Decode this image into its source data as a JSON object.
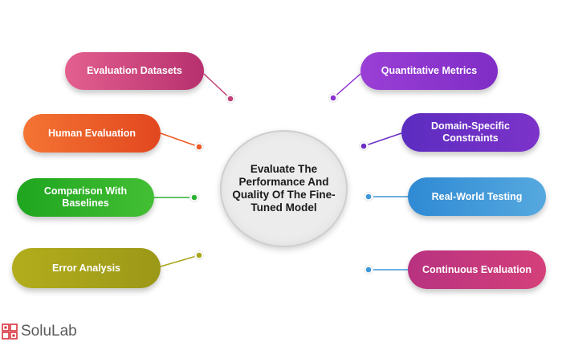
{
  "center": {
    "text": "Evaluate The Performance And Quality Of The Fine-Tuned Model"
  },
  "left_items": [
    {
      "label": "Evaluation Datasets",
      "color": "#c43f79"
    },
    {
      "label": "Human Evaluation",
      "color": "#ef5a24"
    },
    {
      "label": "Comparison With Baselines",
      "color": "#2fb233"
    },
    {
      "label": "Error Analysis",
      "color": "#a9a61b"
    }
  ],
  "right_items": [
    {
      "label": "Quantitative Metrics",
      "color": "#8b32d1"
    },
    {
      "label": "Domain-Specific Constraints",
      "color": "#6a2fc4"
    },
    {
      "label": "Real-World Testing",
      "color": "#3d98d8"
    },
    {
      "label": "Continuous Evaluation",
      "color": "#c8357d"
    }
  ],
  "logo": {
    "name": "SoluLab",
    "icon": "solulab-logo-icon",
    "accent": "#d9333f"
  }
}
